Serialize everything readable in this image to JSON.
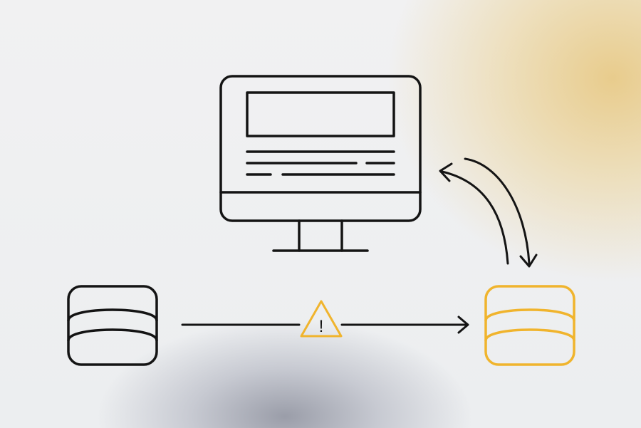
{
  "colors": {
    "stroke": "#141414",
    "accent": "#f0b42d",
    "warning": "#f0b42d"
  },
  "nodes": {
    "monitor": {
      "icon": "desktop-monitor-icon"
    },
    "source_db": {
      "icon": "database-icon"
    },
    "target_db": {
      "icon": "database-icon",
      "highlighted": true
    }
  },
  "edges": [
    {
      "from": "source_db",
      "to": "target_db",
      "badge": "warning-triangle-icon"
    },
    {
      "from": "monitor",
      "to": "target_db",
      "bidirectional": true
    }
  ],
  "warning": {
    "symbol": "!"
  }
}
